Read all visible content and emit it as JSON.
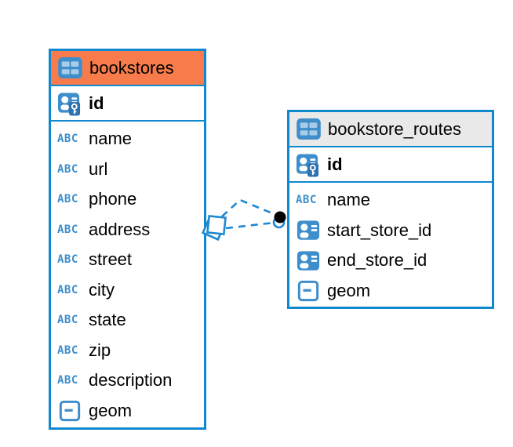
{
  "diagram": {
    "tables": [
      {
        "name": "bookstores",
        "header_color": "#f87c4b",
        "header_icon": "table-icon",
        "primary_key": {
          "label": "id",
          "icon": "primary-key-icon"
        },
        "fields": [
          {
            "label": "name",
            "icon": "text-type-icon"
          },
          {
            "label": "url",
            "icon": "text-type-icon"
          },
          {
            "label": "phone",
            "icon": "text-type-icon"
          },
          {
            "label": "address",
            "icon": "text-type-icon"
          },
          {
            "label": "street",
            "icon": "text-type-icon"
          },
          {
            "label": "city",
            "icon": "text-type-icon"
          },
          {
            "label": "state",
            "icon": "text-type-icon"
          },
          {
            "label": "zip",
            "icon": "text-type-icon"
          },
          {
            "label": "description",
            "icon": "text-type-icon"
          },
          {
            "label": "geom",
            "icon": "geometry-type-icon"
          }
        ]
      },
      {
        "name": "bookstore_routes",
        "header_color": "#e9e9e9",
        "header_icon": "table-icon",
        "primary_key": {
          "label": "id",
          "icon": "primary-key-icon"
        },
        "fields": [
          {
            "label": "name",
            "icon": "text-type-icon"
          },
          {
            "label": "start_store_id",
            "icon": "foreign-key-icon"
          },
          {
            "label": "end_store_id",
            "icon": "foreign-key-icon"
          },
          {
            "label": "geom",
            "icon": "geometry-type-icon"
          }
        ]
      }
    ],
    "relationship": {
      "from_table": "bookstores",
      "to_table": "bookstore_routes",
      "line_style": "dashed",
      "start_marker": "stacked-square-marker",
      "end_marker": "black-dot-marker"
    }
  },
  "icons": {
    "text_glyph": "ABC"
  },
  "colors": {
    "table_border": "#1088d0",
    "icon_blue": "#3e8ecb",
    "icon_cell_light": "#a8cbe8",
    "key_badge_blue": "#2d71ae",
    "header_orange": "#f87c4b",
    "header_gray": "#e9e9e9",
    "line_blue": "#1e88d2",
    "dot_black": "#000000",
    "text": "#000000",
    "background": "#ffffff"
  }
}
